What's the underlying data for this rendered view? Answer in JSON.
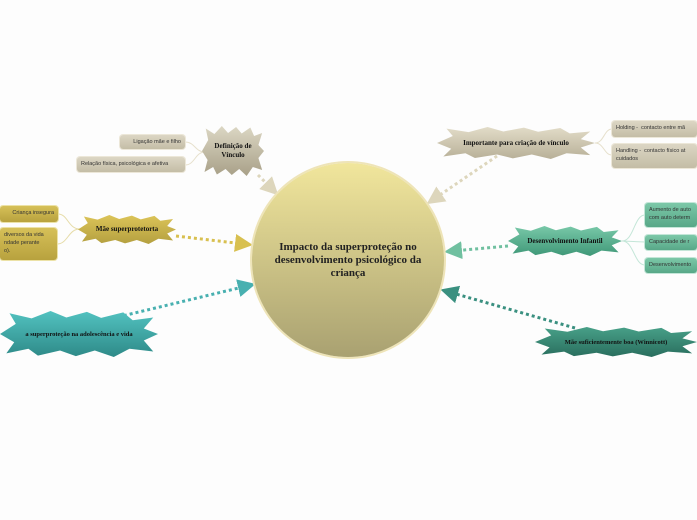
{
  "central": {
    "title": "Impacto da superproteção  no desenvolvimento psicológico da criança"
  },
  "topics": {
    "definicao": {
      "label": "Definição de Vínculo",
      "children": [
        "Ligação mãe e filho",
        "Relação física, psicológica e afetiva"
      ]
    },
    "superprotetora": {
      "label": "Mãe superprotetorta",
      "children": [
        "Criança insegura",
        "diversos da vida\nndade perante\no)."
      ]
    },
    "importante": {
      "label": "Importante para criação de vínculo",
      "children": [
        "Holding -  contacto entre mã",
        "Handling -  contacto físico at\ncuidados"
      ]
    },
    "desenvolvimento": {
      "label": "Desenvolvimento Infantil",
      "children": [
        "Aumento de auto\ncom auto determ",
        "Capacidade de r",
        "Desenvolvimento"
      ]
    },
    "adolescencia": {
      "label": "a superproteção na adolescência e vida"
    },
    "winnicott": {
      "label": "Mãe suficientemente boa (Winnicott)"
    }
  },
  "colors": {
    "gray": "#c4bda6",
    "gold": "#c8b048",
    "green": "#5aa888",
    "teal": "#40b0b0",
    "darkgreen": "#358070"
  }
}
